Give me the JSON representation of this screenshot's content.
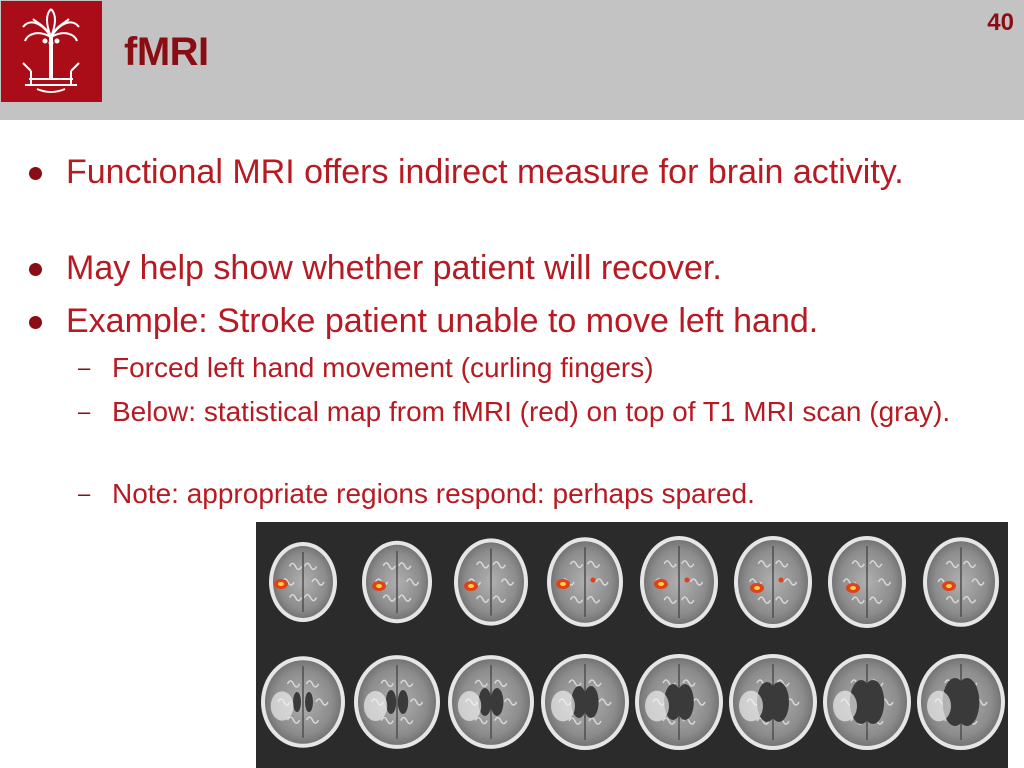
{
  "slide": {
    "title": "fMRI",
    "number": "40"
  },
  "bullets": [
    {
      "text": "Functional MRI offers indirect measure for brain activity."
    },
    {
      "text": "May help show whether patient will recover."
    },
    {
      "text": "Example: Stroke patient unable to move left hand."
    }
  ],
  "sub_bullets": [
    {
      "text": "Forced left hand movement (curling fingers)"
    },
    {
      "text": "Below: statistical map from fMRI (red) on top of T1 MRI scan (gray)."
    },
    {
      "text": "Note: appropriate regions respond: perhaps spared."
    }
  ],
  "colors": {
    "header_bg": "#c3c3c3",
    "logo_bg": "#ab0d18",
    "title": "#8a0d14",
    "bullet_text": "#b61a22",
    "activation": "#e0401a"
  },
  "icons": {
    "logo": "university-palmetto-logo-icon",
    "bullet": "bullet-dot-icon",
    "sub_bullet": "dash-icon"
  }
}
